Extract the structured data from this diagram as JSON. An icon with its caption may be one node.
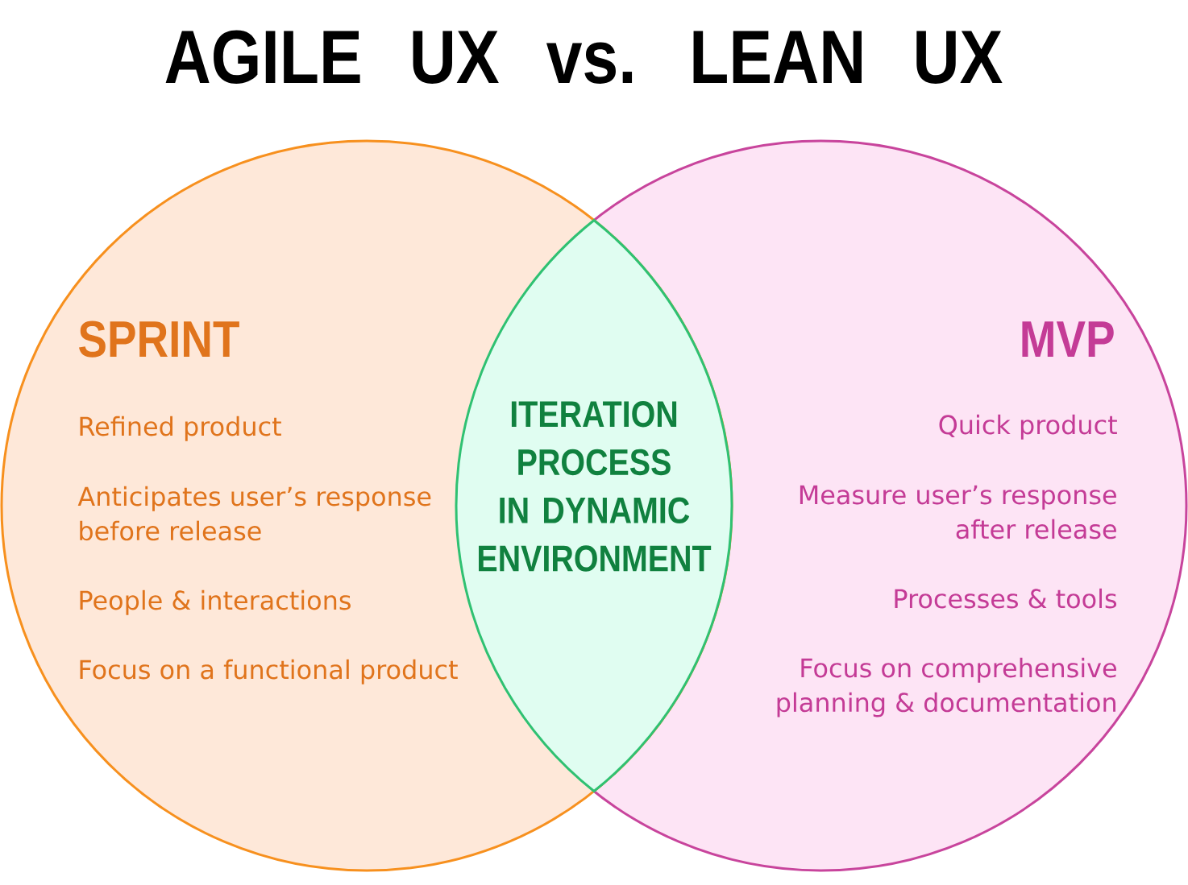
{
  "diagram": {
    "title": "AGILE UX vs. LEAN UX",
    "nodes": [
      {
        "text": [
          "SPRINT",
          "Refined product",
          "Anticipates user’s response before release",
          "People & interactions",
          "Focus on a functional product"
        ]
      },
      {
        "text": [
          "MVP",
          "Quick product",
          "Measure user’s response after release",
          "Processes & tools",
          "Focus on comprehensive planning & documentation"
        ]
      },
      {
        "text": [
          "ITERATION PROCESS IN DYNAMIC ENVIRONMENT"
        ]
      }
    ]
  }
}
